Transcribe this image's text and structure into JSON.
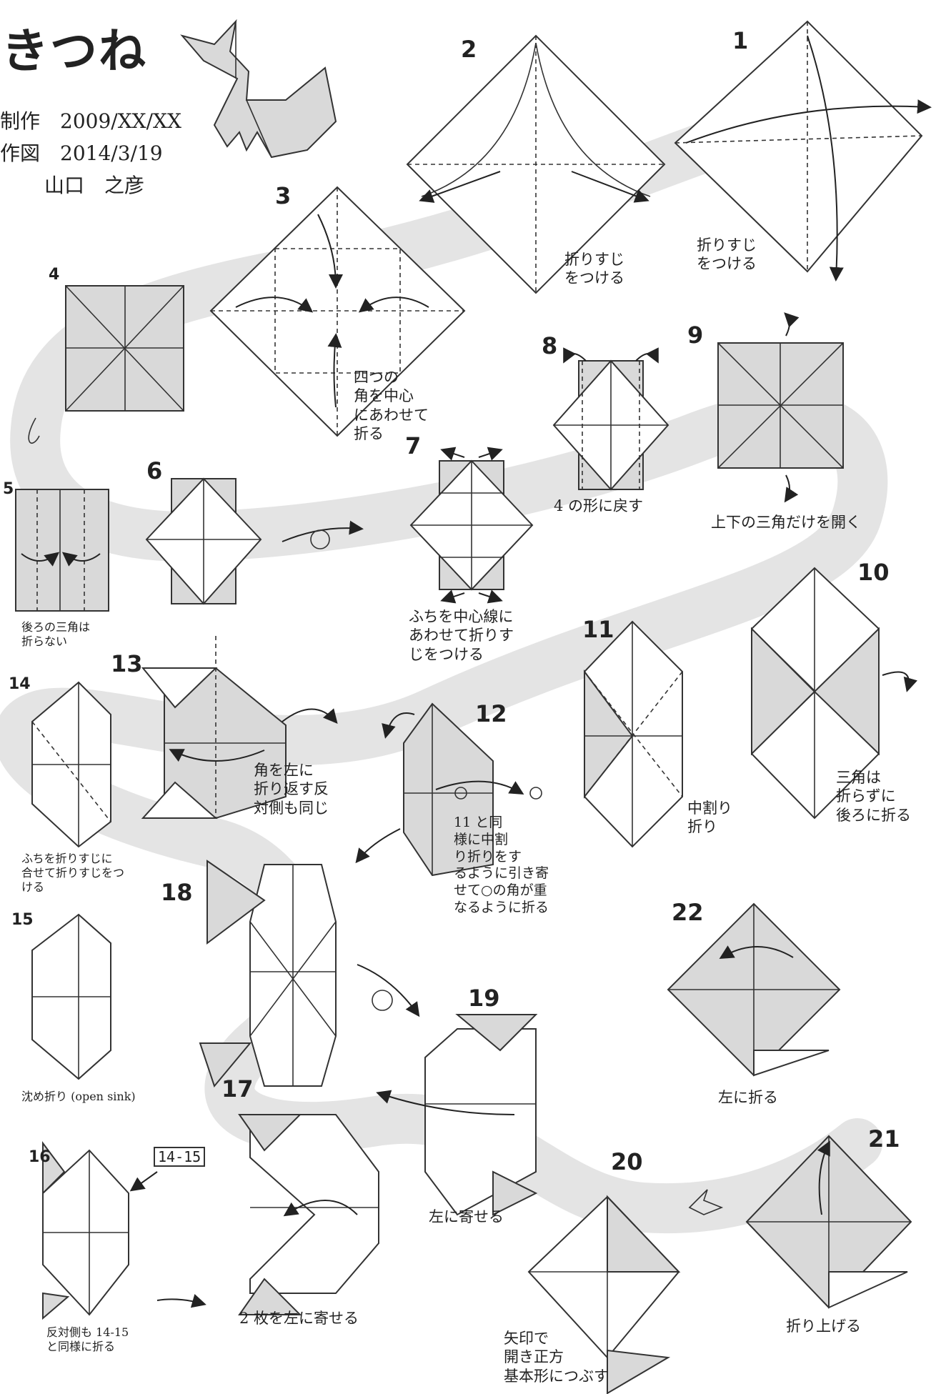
{
  "title": "きつね",
  "meta": {
    "created_label": "制作",
    "created_date": "2009/XX/XX",
    "drawn_label": "作図",
    "drawn_date": "2014/3/19",
    "author": "山口　之彦"
  },
  "steps": [
    {
      "n": "1",
      "caption": "折りすじ\nをつける"
    },
    {
      "n": "2",
      "caption": "折りすじ\nをつける"
    },
    {
      "n": "3",
      "caption": "四つの\n角を中心\nにあわせて\n折る"
    },
    {
      "n": "4",
      "caption": ""
    },
    {
      "n": "5",
      "caption": "後ろの三角は\n折らない"
    },
    {
      "n": "6",
      "caption": ""
    },
    {
      "n": "7",
      "caption": "ふちを中心線に\nあわせて折りす\nじをつける"
    },
    {
      "n": "8",
      "caption": "4 の形に戻す"
    },
    {
      "n": "9",
      "caption": "上下の三角だけを開く"
    },
    {
      "n": "10",
      "caption": "三角は\n折らずに\n後ろに折る"
    },
    {
      "n": "11",
      "caption": "中割り\n折り"
    },
    {
      "n": "12",
      "caption": "11 と同\n様に中割\nり折りをす\nるように引き寄\nせて○の角が重\nなるように折る"
    },
    {
      "n": "13",
      "caption": "角を左に\n折り返す反\n対側も同じ"
    },
    {
      "n": "14",
      "caption": "ふちを折りすじに\n合せて折りすじをつ\nける"
    },
    {
      "n": "15",
      "caption": "沈め折り (open sink)"
    },
    {
      "n": "16",
      "caption": "反対側も 14-15\nと同様に折る",
      "ref": "14-15"
    },
    {
      "n": "17",
      "caption": "2 枚を左に寄せる"
    },
    {
      "n": "18",
      "caption": ""
    },
    {
      "n": "19",
      "caption": "左に寄せる"
    },
    {
      "n": "20",
      "caption": "矢印で\n開き正方\n基本形につぶす"
    },
    {
      "n": "21",
      "caption": "折り上げる"
    },
    {
      "n": "22",
      "caption": "左に折る"
    }
  ]
}
